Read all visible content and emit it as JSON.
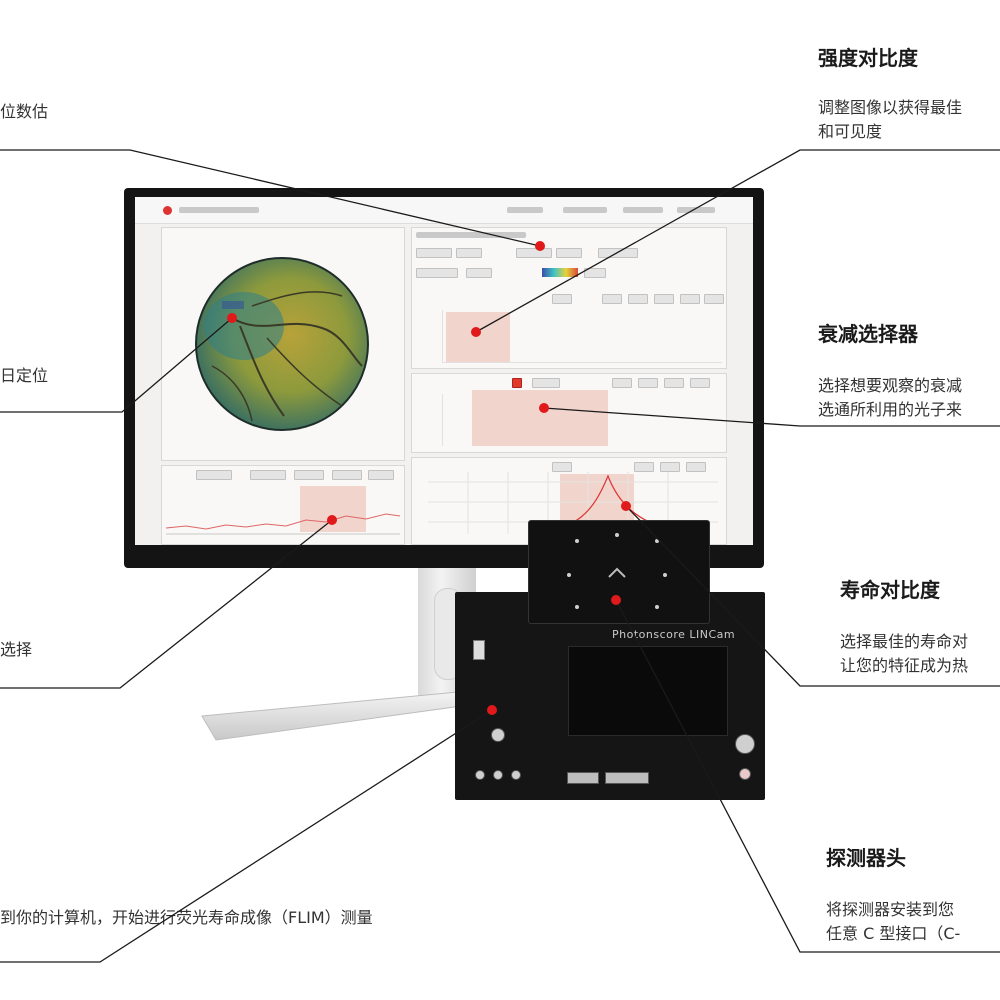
{
  "callouts": {
    "intensity_contrast": {
      "title": "强度对比度",
      "lines": [
        "调整图像以获得最佳",
        "和可见度"
      ]
    },
    "decay_selector": {
      "title": "衰减选择器",
      "lines": [
        "选择想要观察的衰减",
        "选通所利用的光子来"
      ]
    },
    "lifetime_contrast": {
      "title": "寿命对比度",
      "lines": [
        "选择最佳的寿命对",
        "让您的特征成为热"
      ]
    },
    "detector_head": {
      "title": "探测器头",
      "lines": [
        "将探测器安装到您",
        "任意 C 型接口（C-"
      ]
    }
  },
  "left_labels": {
    "label1": "位数估",
    "label2": "日定位",
    "label3": "选择",
    "label4": "到你的计算机，开始进行荧光寿命成像（FLIM）测量"
  },
  "device": {
    "brand": "Photonscore LINCam"
  },
  "colors": {
    "hotspot": "#e0191b",
    "line": "#1a1a1a"
  }
}
